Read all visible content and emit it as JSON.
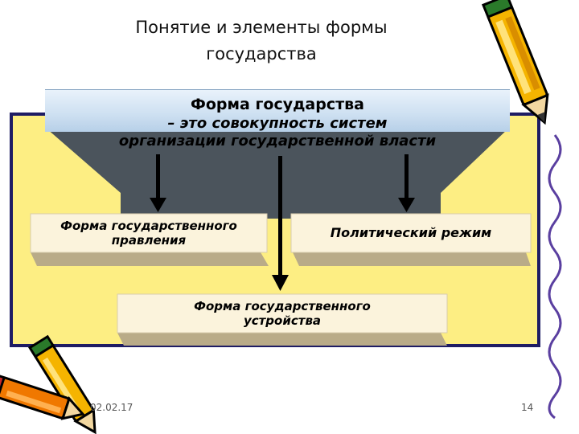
{
  "title": {
    "line1": "Понятие и элементы формы",
    "line2": "государства"
  },
  "header": {
    "title": "Форма государства",
    "definition_line1": "– это совокупность систем",
    "definition_line2": "организации государственной власти"
  },
  "boxes": {
    "governance": {
      "line1": "Форма государственного",
      "line2": "правления"
    },
    "regime": {
      "line1": "Политический режим"
    },
    "structure": {
      "line1": "Форма государственного",
      "line2": "устройства"
    }
  },
  "footer": {
    "date": "02.02.17",
    "page": "14"
  },
  "colors": {
    "frame_fill": "#fdee83",
    "frame_border": "#1e1c64",
    "funnel": "#4b545c",
    "header_fill": "#cfe1f2",
    "box_fill": "#fbf3dc",
    "box_shadow": "#b9ab88",
    "arrow": "#000000"
  },
  "icons": [
    "pencil-clipart-icon",
    "pencil-clipart-icon",
    "pencil-clipart-icon",
    "wavy-line-icon"
  ]
}
